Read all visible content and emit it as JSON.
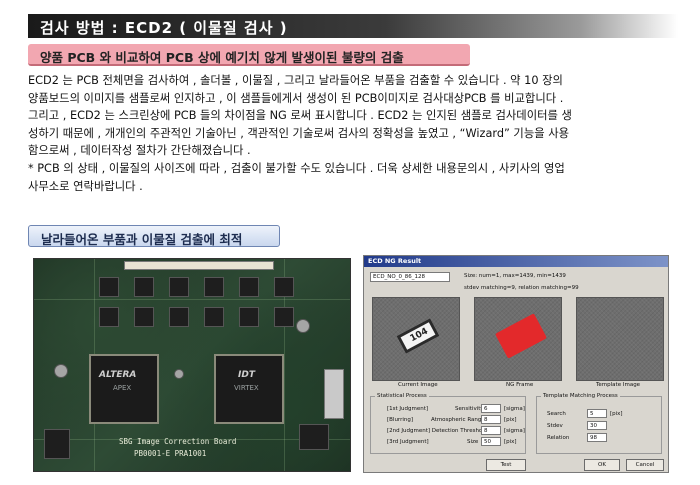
{
  "title": "검사 방법 : ECD2 ( 이물질 검사 )",
  "subhead": "양품 PCB 와 비교하여 PCB 상에 예기치 않게 발생이된 불량의 검출",
  "paragraph_lines": [
    "ECD2 는 PCB 전체면을 검사하여 , 솔더볼 , 이물질 , 그리고 날라들어온 부품을 검출할 수 있습니다 . 약 10 장의",
    "양품보드의 이미지를 샘플로써 인지하고 , 이 샘플들에게서 생성이 된 PCB이미지로 검사대상PCB 를 비교합니다 .",
    "그리고 , ECD2 는 스크린상에 PCB 들의 차이점을 NG 로써 표시합니다 . ECD2 는 인지된 샘플로 검사데이터를 생",
    "성하기 때문에 , 개개인의 주관적인 기술아닌 , 객관적인 기술로써 검사의 정확성을 높였고 , “Wizard” 기능을 사용",
    "함으로써 , 데이터작성 절차가 간단해졌습니다 .",
    "* PCB 의 상태 , 이물질의 사이즈에 따라 , 검출이 불가할 수도 있습니다 . 더욱 상세한 내용문의시 , 사키사의 영업",
    "사무소로 연락바랍니다 ."
  ],
  "section_tag": "날라들어온 부품과 이물질 검출에 최적",
  "pcb": {
    "chip_left_label": "ALTERA",
    "chip_left_sub": "APEX",
    "chip_right_label": "IDT",
    "chip_right_sub": "VIRTEX",
    "silkscreen": "SBG Image Correction Board",
    "silkscreen2": "PB0001-E  PRA1001"
  },
  "dialog": {
    "title": "ECD NG Result",
    "name_value": "ECD_NO_0_86_128",
    "size_info": "Size: num=1, max=1439, min=1439",
    "stdev_info": "stdev matching=9, relation matching=99",
    "caption_left": "Current Image",
    "caption_mid": "NG Frame",
    "caption_right": "Template Image",
    "stat_group": "Statistical Process",
    "stat_rows": [
      {
        "label": "[1st Judgment]",
        "param": "Sensitivity",
        "value": "6",
        "unit": "[sigma]"
      },
      {
        "label": "[Blurring]",
        "param": "Atmospheric Range",
        "value": "8",
        "unit": "[pix]"
      },
      {
        "label": "[2nd Judgment] Detection Threshold",
        "param": "",
        "value": "8",
        "unit": "[sigma]"
      },
      {
        "label": "[3rd Judgment]",
        "param": "Size",
        "value": "50",
        "unit": "[pix]"
      }
    ],
    "tmp_group": "Template Matching Process",
    "tmp_rows": [
      {
        "label": "Search",
        "value": "5",
        "unit": "[pix]"
      },
      {
        "label": "Stdev",
        "value": "30",
        "unit": ""
      },
      {
        "label": "Relation",
        "value": "98",
        "unit": ""
      }
    ],
    "btn_test": "Test",
    "btn_ok": "OK",
    "btn_cancel": "Cancel",
    "chip_marking": "104",
    "colors": {
      "ng_region": "#e3292b"
    }
  }
}
